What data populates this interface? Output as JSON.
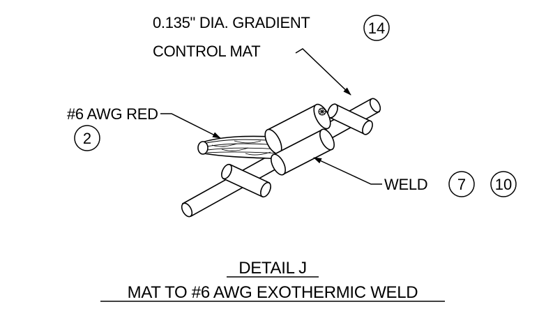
{
  "callouts": {
    "mat_line1": "0.135\" DIA. GRADIENT",
    "mat_line2": "CONTROL MAT",
    "mat_ref": "14",
    "wire_label": "#6 AWG RED",
    "wire_ref": "2",
    "weld_label": "WELD",
    "weld_ref_a": "7",
    "weld_ref_b": "10"
  },
  "title": {
    "line1": "DETAIL J",
    "line2": "MAT TO #6 AWG EXOTHERMIC WELD"
  }
}
